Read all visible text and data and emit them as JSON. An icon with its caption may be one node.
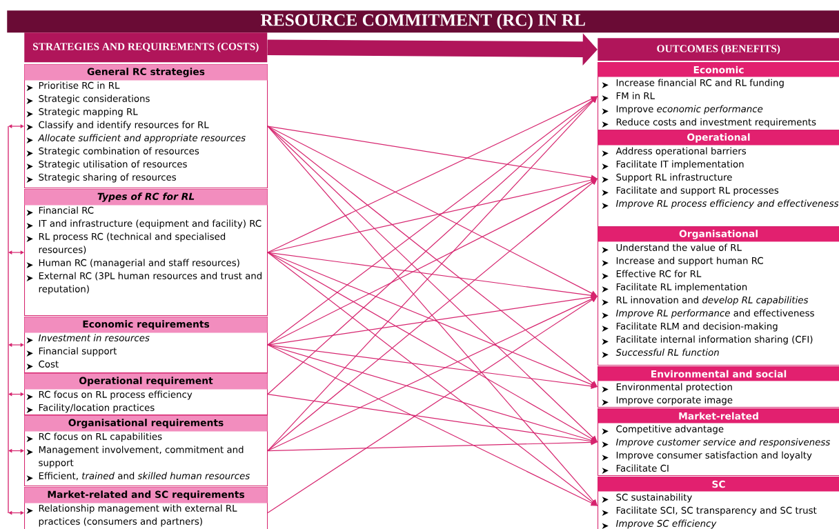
{
  "diagram": {
    "title": "RESOURCE COMMITMENT (RC) IN RL",
    "nodes": [
      {
        "text": [
          "STRATEGIES AND REQUIREMENTS (COSTS)"
        ]
      },
      {
        "text": [
          "General RC strategies",
          "Prioritise RC in RL",
          "Strategic considerations",
          "Strategic mapping RL",
          "Classify and identify resources for RL",
          "*Allocate sufficient and appropriate resources*",
          "Strategic combination of resources",
          "Strategic utilisation of resources",
          "Strategic sharing of resources"
        ]
      },
      {
        "text": [
          "*Types of RC for RL*",
          "Financial RC",
          "IT and infrastructure (equipment and facility) RC",
          "RL process RC (technical and specialised resources)",
          "Human RC (managerial and staff resources)",
          "External RC (3PL human resources and trust and reputation)"
        ]
      },
      {
        "text": [
          "Economic requirements",
          "*Investment in resources*",
          "Financial support",
          "Cost"
        ]
      },
      {
        "text": [
          "Operational requirement",
          "RC focus on RL process efficiency",
          "Facility/location practices"
        ]
      },
      {
        "text": [
          "Organisational requirements",
          "RC focus on RL capabilities",
          "Management involvement, commitment and support",
          "Efficient, *trained* and *skilled human resources*"
        ]
      },
      {
        "text": [
          "Market-related and SC requirements",
          "Relationship management with external RL practices (consumers and partners)"
        ]
      },
      {
        "text": [
          "OUTCOMES (BENEFITS)"
        ]
      },
      {
        "text": [
          "Economic",
          "Increase financial RC and RL funding",
          "FM in RL",
          "Improve *economic performance*",
          "Reduce costs and investment requirements"
        ]
      },
      {
        "text": [
          "Operational",
          "Address operational barriers",
          "Facilitate IT implementation",
          "Support RL infrastructure",
          "Facilitate and support RL processes",
          "*Improve RL process efficiency and effectiveness*"
        ]
      },
      {
        "text": [
          "Organisational",
          "Understand the value of RL",
          "Increase and support human RC",
          "Effective RC for RL",
          "Facilitate RL implementation",
          "RL innovation and *develop RL capabilities*",
          "*Improve RL performance* and effectiveness",
          "Facilitate RLM and decision-making",
          "Facilitate internal information sharing (CFI)",
          "*Successful RL function*"
        ]
      },
      {
        "text": [
          "Environmental and social",
          "Environmental protection",
          "Improve corporate image"
        ]
      },
      {
        "text": [
          "Market-related",
          "Competitive advantage",
          "*Improve customer service and responsiveness*",
          "Improve consumer satisfaction and loyalty",
          "Facilitate CI"
        ]
      },
      {
        "text": [
          "SC",
          "SC sustainability",
          "Facilitate SCI, SC transparency and SC trust",
          "*Improve SC efficiency*"
        ]
      }
    ],
    "edges": [
      {
        "from": 0,
        "to": 7,
        "arrow": "to",
        "style": "thick",
        "color": "#b0155a"
      },
      {
        "from": 1,
        "to": 9,
        "arrow": "to"
      },
      {
        "from": 1,
        "to": 10,
        "arrow": "to"
      },
      {
        "from": 1,
        "to": 11,
        "arrow": "to"
      },
      {
        "from": 1,
        "to": 12,
        "arrow": "to"
      },
      {
        "from": 1,
        "to": 13,
        "arrow": "to"
      },
      {
        "from": 2,
        "to": 8,
        "arrow": "to"
      },
      {
        "from": 2,
        "to": 9,
        "arrow": "to"
      },
      {
        "from": 2,
        "to": 10,
        "arrow": "to"
      },
      {
        "from": 2,
        "to": 11,
        "arrow": "to"
      },
      {
        "from": 2,
        "to": 12,
        "arrow": "to"
      },
      {
        "from": 2,
        "to": 13,
        "arrow": "to"
      },
      {
        "from": 3,
        "to": 8,
        "arrow": "to"
      },
      {
        "from": 3,
        "to": 9,
        "arrow": "to"
      },
      {
        "from": 3,
        "to": 10,
        "arrow": "to"
      },
      {
        "from": 3,
        "to": 11,
        "arrow": "to"
      },
      {
        "from": 3,
        "to": 12,
        "arrow": "to"
      },
      {
        "from": 3,
        "to": 13,
        "arrow": "to"
      },
      {
        "from": 4,
        "to": 8,
        "arrow": "to"
      },
      {
        "from": 4,
        "to": 12,
        "arrow": "to"
      },
      {
        "from": 5,
        "to": 8,
        "arrow": "to"
      },
      {
        "from": 5,
        "to": 9,
        "arrow": "to"
      },
      {
        "from": 5,
        "to": 10,
        "arrow": "to"
      },
      {
        "from": 5,
        "to": 12,
        "arrow": "to"
      },
      {
        "from": 6,
        "to": 10,
        "arrow": "to"
      },
      {
        "from": null,
        "to": 1,
        "arrow": "both"
      },
      {
        "from": null,
        "to": 2,
        "arrow": "both"
      },
      {
        "from": null,
        "to": 3,
        "arrow": "both"
      },
      {
        "from": null,
        "to": 4,
        "arrow": "both"
      },
      {
        "from": null,
        "to": 5,
        "arrow": "both"
      },
      {
        "from": null,
        "to": 6,
        "arrow": "both"
      }
    ]
  }
}
